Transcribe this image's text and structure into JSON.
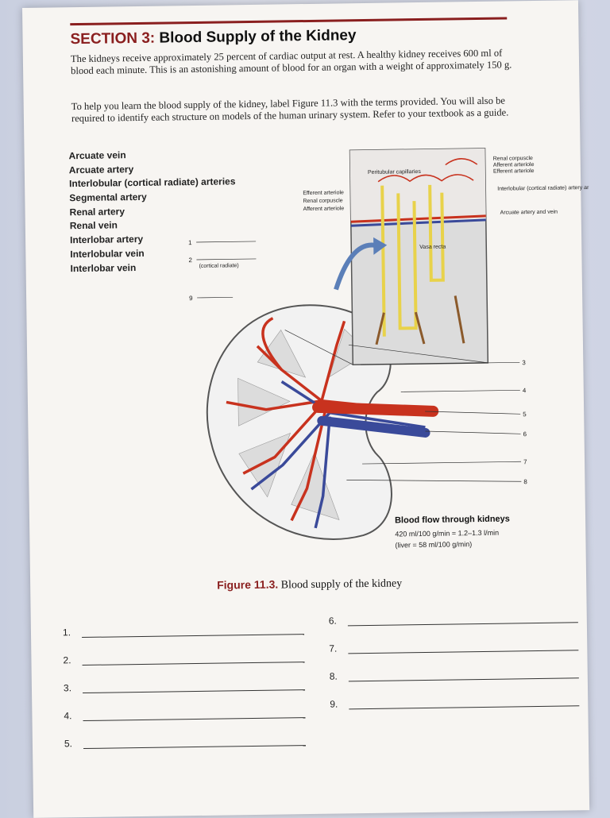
{
  "section": {
    "label": "SECTION 3:",
    "title": "Blood Supply of the Kidney"
  },
  "paragraphs": [
    "The kidneys receive approximately 25 percent of cardiac output at rest. A healthy kidney receives 600 ml of blood each minute. This is an astonishing amount of blood for an organ with a weight of approximately 150 g.",
    "To help you learn the blood supply of the kidney, label Figure 11.3 with the terms provided. You will also be required to identify each structure on models of the human urinary system. Refer to your textbook as a guide."
  ],
  "terms": [
    "Arcuate vein",
    "Arcuate artery",
    "Interlobular (cortical radiate) arteries",
    "Segmental artery",
    "Renal artery",
    "Renal vein",
    "Interlobar artery",
    "Interlobular vein",
    "Interlobar vein"
  ],
  "figure": {
    "inset_labels": {
      "peritubular": "Peritubular capillaries",
      "efferent_left": "Efferent arteriole",
      "renal_corpuscle_left": "Renal corpuscle",
      "afferent_left": "Afferent arteriole",
      "renal_corpuscle_right": "Renal corpuscle",
      "afferent_right": "Afferent arteriole",
      "efferent_right": "Efferent arteriole",
      "interlobular_right": "Interlobular (cortical radiate) artery and vein",
      "arcuate_right": "Arcuate artery and vein",
      "vasa_recta": "Vasa recta"
    },
    "cortical_radiate": "(cortical radiate)",
    "callout_numbers": [
      "1",
      "2",
      "9",
      "3",
      "4",
      "5",
      "6",
      "7",
      "8"
    ],
    "blood_flow": {
      "title": "Blood flow through kidneys",
      "line1": "420 ml/100 g/min = 1.2–1.3 l/min",
      "line2": "(liver = 58 ml/100 g/min)"
    },
    "colors": {
      "artery": "#c8321e",
      "vein": "#3a4a9a",
      "tubule": "#e8d24a",
      "capsule": "#555555"
    }
  },
  "caption": {
    "label": "Figure 11.3.",
    "text": "Blood supply of the kidney"
  },
  "answers": [
    "1.",
    "2.",
    "3.",
    "4.",
    "5.",
    "6.",
    "7.",
    "8.",
    "9."
  ]
}
